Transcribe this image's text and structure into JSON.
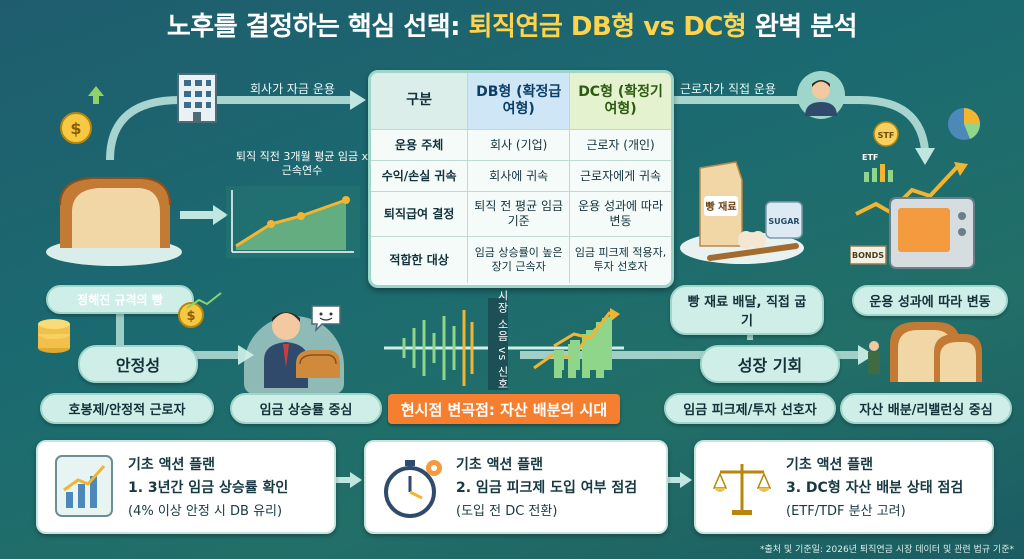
{
  "title": {
    "prefix": "노후를 결정하는 핵심 선택: ",
    "highlight": "퇴직연금 DB형 vs DC형",
    "suffix": " 완벽 분석"
  },
  "arrows": {
    "company": "회사가 자금 운용",
    "worker": "근로자가 직접 운용",
    "formula": "퇴직 직전 3개월 평균 임금 x 근속연수",
    "signal": "시장 소음 vs 신호"
  },
  "table": {
    "headers": {
      "label": "구분",
      "db": "DB형 (확정급여형)",
      "dc": "DC형 (확정기여형)"
    },
    "rows": [
      {
        "label": "운용 주체",
        "db": "회사 (기업)",
        "dc": "근로자 (개인)"
      },
      {
        "label": "수익/손실 귀속",
        "db": "회사에 귀속",
        "dc": "근로자에게 귀속"
      },
      {
        "label": "퇴직급여 결정",
        "db": "퇴직 전 평균 임금 기준",
        "dc": "운용 성과에 따라 변동"
      },
      {
        "label": "적합한 대상",
        "db": "임금 상승률이 높은 장기 근속자",
        "dc": "임금 피크제 적용자, 투자 선호자"
      }
    ]
  },
  "left": {
    "bread": "정해진 규격의 빵",
    "stability": "안정성",
    "workers": "호봉제/안정적 근로자",
    "wage": "임금 상승률 중심"
  },
  "right": {
    "ingredients": "빵 재료 배달, 직접 굽기",
    "performance": "운용 성과에 따라 변동",
    "growth": "성장 기회",
    "workers": "임금 피크제/투자 선호자",
    "rebalance": "자산 배분/리밸런싱 중심",
    "flour_bag": "빵 재료",
    "sugar": "SUGAR",
    "bonds": "BONDS",
    "etf": "ETF",
    "stf": "STF"
  },
  "banner": "현시점 변곡점: 자산 배분의 시대",
  "plans": [
    {
      "title": "기초 액션 플랜",
      "main": "1. 3년간 임금 상승률 확인",
      "sub": "(4% 이상 안정 시 DB 유리)"
    },
    {
      "title": "기초 액션 플랜",
      "main": "2. 임금 피크제 도입 여부 점검",
      "sub": "(도입 전 DC 전환)"
    },
    {
      "title": "기초 액션 플랜",
      "main": "3. DC형 자산 배분 상태 점검",
      "sub": "(ETF/TDF 분산 고려)"
    }
  ],
  "footnote": "*출처 및 기준일: 2026년 퇴직연금 시장 데이터 및 관련 법규 기준*",
  "colors": {
    "accent": "#ffd44d",
    "banner": "#f57f2e",
    "db": "#cfe6f6",
    "dc": "#e5f2cf"
  }
}
